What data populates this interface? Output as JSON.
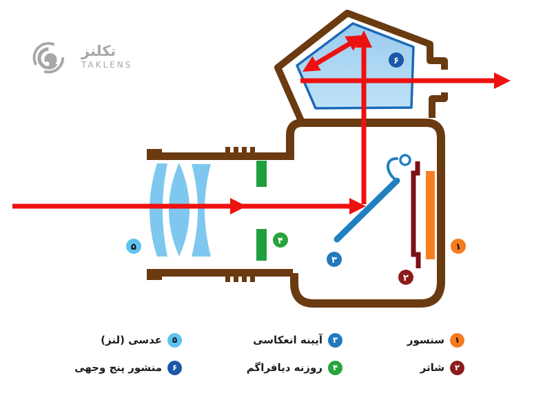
{
  "logo": {
    "persian": "تکلنز",
    "latin": "TAKLENS"
  },
  "badges": {
    "1": "۱",
    "2": "۲",
    "3": "۳",
    "4": "۴",
    "5": "۵",
    "6": "۶"
  },
  "legend": {
    "items": [
      {
        "num": "۱",
        "label": "سنسور",
        "color": "#f47b20"
      },
      {
        "num": "۲",
        "label": "شاتر",
        "color": "#8c1c1c"
      },
      {
        "num": "۳",
        "label": "آیینه انعکاسی",
        "color": "#2279bd"
      },
      {
        "num": "۴",
        "label": "روزنه دیافراگم",
        "color": "#27a33c"
      },
      {
        "num": "۵",
        "label": "عدسی (لنز)",
        "color": "#5ec2ee"
      },
      {
        "num": "۶",
        "label": "منشور پنج وجهی",
        "color": "#1c57a8"
      }
    ]
  },
  "colors": {
    "body_brown": "#6a3a10",
    "arrow_red": "#ee1111",
    "lens_blue": "#7ec8ef",
    "prism_fill_top": "#9ccbee",
    "prism_fill_bottom": "#bde2f7",
    "prism_border": "#1a6ab8",
    "mirror_blue": "#2080bf",
    "aperture_green": "#1f9e40",
    "sensor_orange": "#f87f21",
    "shutter_maroon": "#7c1016",
    "logo_gray": "#a7a7a7"
  }
}
